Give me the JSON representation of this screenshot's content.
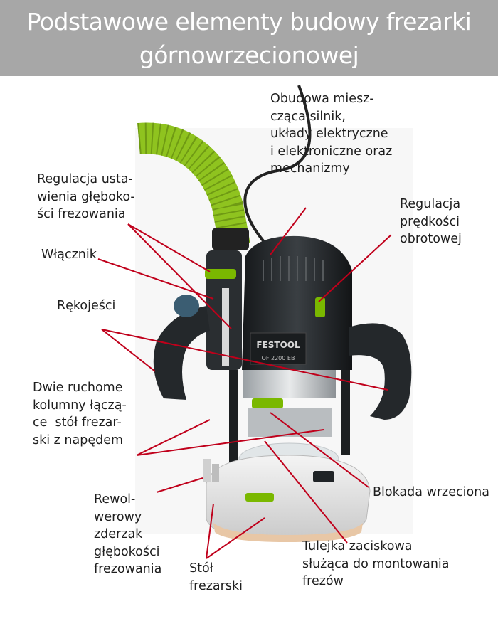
{
  "header": {
    "title_line1": "Podstawowe elementy budowy frezarki",
    "title_line2": "górnowrzecionowej"
  },
  "colors": {
    "header_bg": "#a7a7a7",
    "leader_line": "#c0001b",
    "hose_green": "#8fc31f",
    "body_dark": "#1f2326",
    "accent_green": "#7ab800"
  },
  "labels": {
    "obudowa": "Obudowa miesz-\ncząca silnik,\nukłady elektryczne\ni elektroniczne oraz\nmechanizmy",
    "regulacja_ustawienia": "Regulacja usta-\nwienia głęboko-\nści frezowania",
    "regulacja_predkosci": "Regulacja\nprędkości\nobrotowej",
    "wlacznik": "Włącznik",
    "rekojesci": "Rękojeści",
    "dwie_kolumny": "Dwie ruchome\nkolumny łączą-\nce  stół frezar-\nski z napędem",
    "rewolwerowy": "Rewol-\nwerowy\nzderzak\ngłębokości\nfrezowania",
    "blokada": "Blokada wrzeciona",
    "tulejka": "Tulejka zaciskowa\nsłużąca do montowania\nfrezów",
    "stol": "Stół\nfrezarski"
  },
  "machine": {
    "brand": "FESTOOL",
    "model": "OF 2200 EB"
  }
}
